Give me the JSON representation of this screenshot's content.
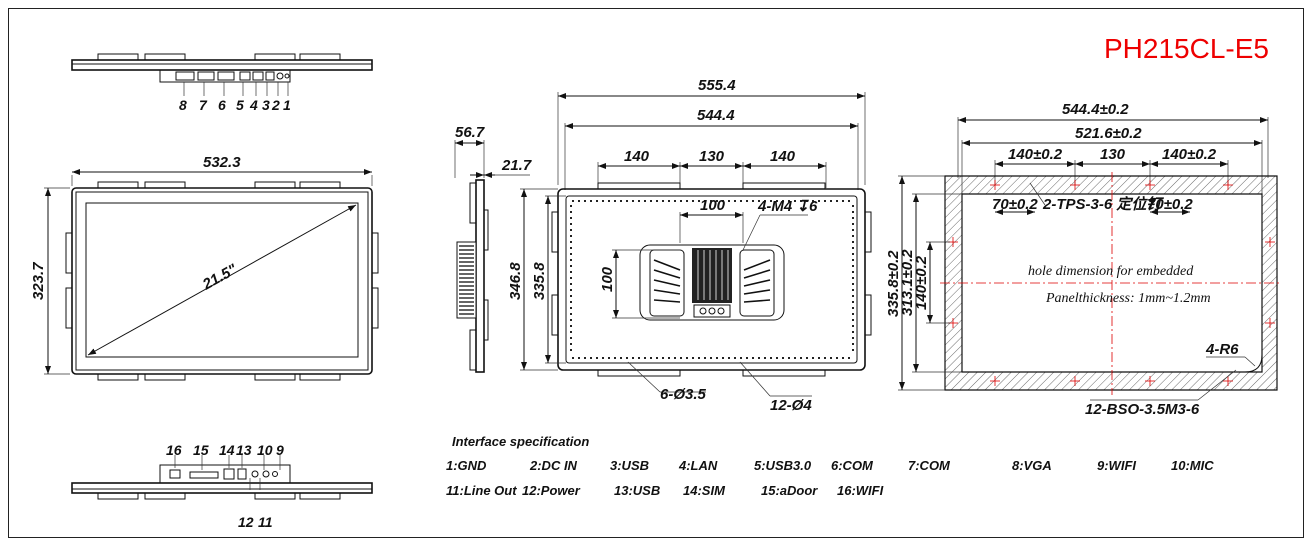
{
  "title": "PH215CL-E5",
  "front_view": {
    "width": "532.3",
    "height": "323.7",
    "diagonal": "21.5\""
  },
  "top_ports": [
    "8",
    "7",
    "6",
    "5",
    "4",
    "3",
    "2",
    "1"
  ],
  "bottom_ports_top": [
    "16",
    "15",
    "14",
    "13",
    "10",
    "9"
  ],
  "bottom_ports_bottom": [
    "12",
    "11"
  ],
  "side_view": {
    "depth": "56.7",
    "thickness": "21.7"
  },
  "rear_view": {
    "overall_width": "555.4",
    "inner_width": "544.4",
    "bracket_left": "140",
    "bracket_mid": "130",
    "bracket_right": "140",
    "overall_height": "346.8",
    "inner_height": "335.8",
    "vesa_h": "100",
    "vesa_v": "100",
    "vesa_screw": "4-M4",
    "vesa_depth": "6",
    "hole_small": "6-Ø3.5",
    "hole_large": "12-Ø4"
  },
  "cutout_view": {
    "overall_width": "544.4±0.2",
    "inner_width": "521.6±0.2",
    "seg_left": "140±0.2",
    "seg_mid": "130",
    "seg_right": "140±0.2",
    "offset_left": "70±0.2",
    "offset_right": "70±0.2",
    "positioning": "2-TPS-3-6 定位钉",
    "h1": "335.8±0.2",
    "h2": "313.1±0.2",
    "h3": "140±0.2",
    "note1": "hole dimension for embedded",
    "note2": "Panelthickness: 1mm~1.2mm",
    "radius": "4-R6",
    "studs": "12-BSO-3.5M3-6"
  },
  "interface": {
    "heading": "Interface specification",
    "row1": [
      "1:GND",
      "2:DC IN",
      "3:USB",
      "4:LAN",
      "5:USB3.0",
      "6:COM",
      "7:COM",
      "8:VGA",
      "9:WIFI",
      "10:MIC"
    ],
    "row2": [
      "11:Line Out",
      "12:Power",
      "13:USB",
      "14:SIM",
      "15:aDoor",
      "16:WIFI"
    ]
  },
  "colors": {
    "title": "#e00000",
    "line": "#111111",
    "center": "#d00000"
  }
}
